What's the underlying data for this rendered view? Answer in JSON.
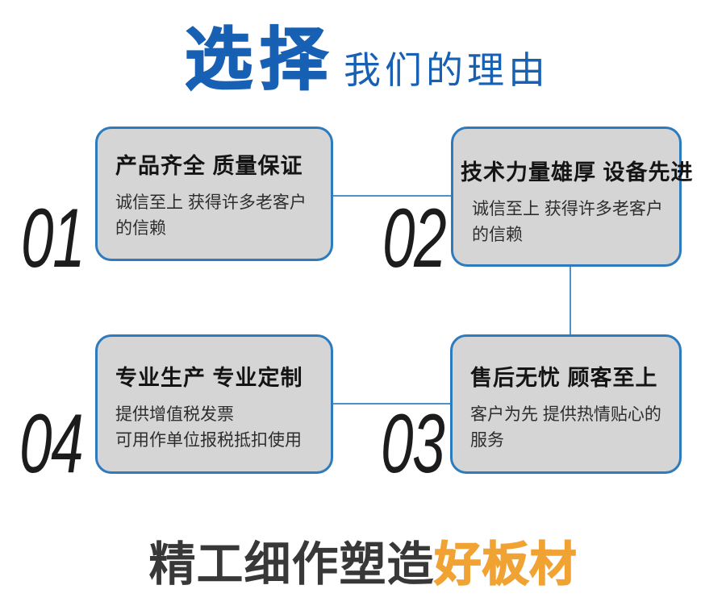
{
  "header": {
    "brand": "选择",
    "subtitle": "我们的理由"
  },
  "colors": {
    "title_blue": "#1760B3",
    "card_border_blue": "#2D7ABD",
    "connector_blue": "#4E92C8",
    "card_bg": "#D5D5D5",
    "text_dark": "#1C1C1C",
    "desc_gray": "#2E2E2E",
    "footer_gray": "#383838",
    "footer_orange": "#F0A233"
  },
  "cards": [
    {
      "number": "01",
      "title": "产品齐全 质量保证",
      "desc": "诚信至上 获得许多老客户\n的信赖"
    },
    {
      "number": "02",
      "title": "技术力量雄厚 设备先进",
      "desc": "诚信至上 获得许多老客户\n的信赖"
    },
    {
      "number": "04",
      "title": "专业生产 专业定制",
      "desc": "提供增值税发票\n可用作单位报税抵扣使用"
    },
    {
      "number": "03",
      "title": "售后无忧 顾客至上",
      "desc": "客户为先 提供热情贴心的\n服务"
    }
  ],
  "footer": {
    "prefix": "精工细作塑造",
    "highlight": "好板材"
  }
}
